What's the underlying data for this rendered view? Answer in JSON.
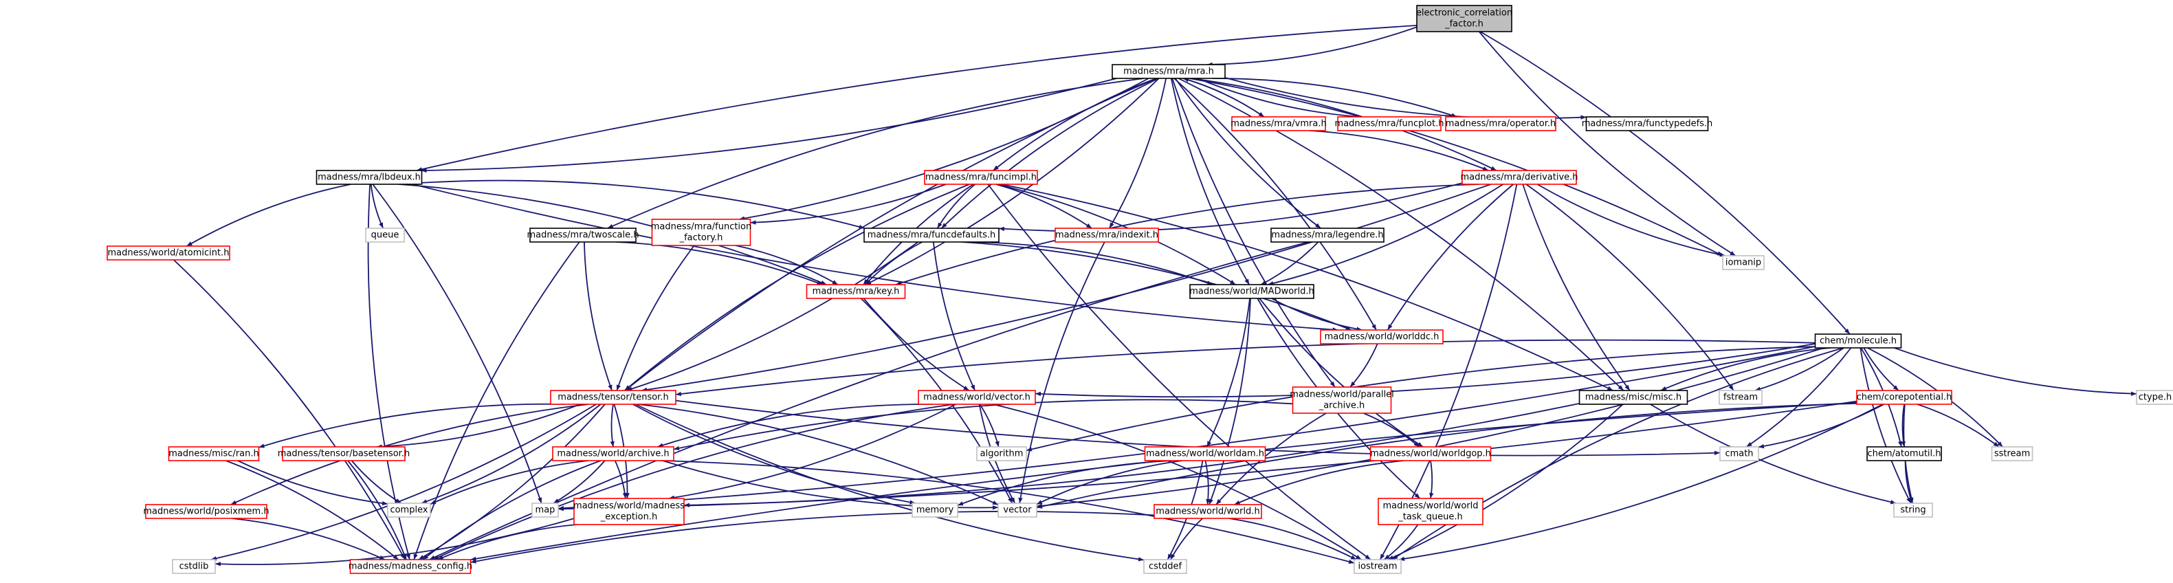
{
  "colors": {
    "edge": "#191970",
    "edge_gray": "#a9a9a9",
    "border_black": "#000000",
    "border_red": "#ff0000",
    "border_gray": "#bfbfbf",
    "root_fill": "#bfbfbf",
    "fill": "#ffffff"
  },
  "nodes": [
    {
      "id": "root",
      "lines": [
        "electronic_correlation",
        "_factor.h"
      ],
      "style": "root"
    },
    {
      "id": "mra",
      "lines": [
        "madness/mra/mra.h"
      ],
      "style": "black"
    },
    {
      "id": "mraimpl",
      "lines": [
        "madness/mra/vmra.h"
      ],
      "style": "red"
    },
    {
      "id": "funcplot",
      "lines": [
        "madness/mra/funcplot.h"
      ],
      "style": "red"
    },
    {
      "id": "operator",
      "lines": [
        "madness/mra/operator.h"
      ],
      "style": "red"
    },
    {
      "id": "functypedefs",
      "lines": [
        "madness/mra/functypedefs.h"
      ],
      "style": "black"
    },
    {
      "id": "lbdeux",
      "lines": [
        "madness/mra/lbdeux.h"
      ],
      "style": "black"
    },
    {
      "id": "funcimpl",
      "lines": [
        "madness/mra/funcimpl.h"
      ],
      "style": "red"
    },
    {
      "id": "derivative",
      "lines": [
        "madness/mra/derivative.h"
      ],
      "style": "red"
    },
    {
      "id": "queue",
      "lines": [
        "queue"
      ],
      "style": "gray"
    },
    {
      "id": "twoscale",
      "lines": [
        "madness/mra/twoscale.h"
      ],
      "style": "black"
    },
    {
      "id": "function_factory",
      "lines": [
        "madness/mra/function",
        "_factory.h"
      ],
      "style": "red"
    },
    {
      "id": "funcdefaults",
      "lines": [
        "madness/mra/funcdefaults.h"
      ],
      "style": "black"
    },
    {
      "id": "indexit",
      "lines": [
        "madness/mra/indexit.h"
      ],
      "style": "red"
    },
    {
      "id": "legendre",
      "lines": [
        "madness/mra/legendre.h"
      ],
      "style": "black"
    },
    {
      "id": "iomanip",
      "lines": [
        "iomanip"
      ],
      "style": "gray"
    },
    {
      "id": "atomicint",
      "lines": [
        "madness/world/atomicint.h"
      ],
      "style": "red"
    },
    {
      "id": "key",
      "lines": [
        "madness/mra/key.h"
      ],
      "style": "red"
    },
    {
      "id": "madworld",
      "lines": [
        "madness/world/MADworld.h"
      ],
      "style": "black"
    },
    {
      "id": "worlddc",
      "lines": [
        "madness/world/worlddc.h"
      ],
      "style": "red"
    },
    {
      "id": "molecule",
      "lines": [
        "chem/molecule.h"
      ],
      "style": "black"
    },
    {
      "id": "tensor",
      "lines": [
        "madness/tensor/tensor.h"
      ],
      "style": "red"
    },
    {
      "id": "vector_h",
      "lines": [
        "madness/world/vector.h"
      ],
      "style": "red"
    },
    {
      "id": "parallel_archive",
      "lines": [
        "madness/world/parallel",
        "_archive.h"
      ],
      "style": "red"
    },
    {
      "id": "misc",
      "lines": [
        "madness/misc/misc.h"
      ],
      "style": "black"
    },
    {
      "id": "fstream",
      "lines": [
        "fstream"
      ],
      "style": "gray"
    },
    {
      "id": "corepotential",
      "lines": [
        "chem/corepotential.h"
      ],
      "style": "red"
    },
    {
      "id": "ctype",
      "lines": [
        "ctype.h"
      ],
      "style": "gray"
    },
    {
      "id": "ran",
      "lines": [
        "madness/misc/ran.h"
      ],
      "style": "red"
    },
    {
      "id": "basetensor",
      "lines": [
        "madness/tensor/basetensor.h"
      ],
      "style": "red"
    },
    {
      "id": "archive",
      "lines": [
        "madness/world/archive.h"
      ],
      "style": "red"
    },
    {
      "id": "algorithm",
      "lines": [
        "algorithm"
      ],
      "style": "gray"
    },
    {
      "id": "worldam",
      "lines": [
        "madness/world/worldam.h"
      ],
      "style": "red"
    },
    {
      "id": "worldgop",
      "lines": [
        "madness/world/worldgop.h"
      ],
      "style": "red"
    },
    {
      "id": "cmath",
      "lines": [
        "cmath"
      ],
      "style": "gray"
    },
    {
      "id": "atomutil",
      "lines": [
        "chem/atomutil.h"
      ],
      "style": "black"
    },
    {
      "id": "sstream",
      "lines": [
        "sstream"
      ],
      "style": "gray"
    },
    {
      "id": "posixmem",
      "lines": [
        "madness/world/posixmem.h"
      ],
      "style": "red"
    },
    {
      "id": "complex",
      "lines": [
        "complex"
      ],
      "style": "gray"
    },
    {
      "id": "map",
      "lines": [
        "map"
      ],
      "style": "gray"
    },
    {
      "id": "madness_exception",
      "lines": [
        "madness/world/madness",
        "_exception.h"
      ],
      "style": "red"
    },
    {
      "id": "memory",
      "lines": [
        "memory"
      ],
      "style": "gray"
    },
    {
      "id": "vector",
      "lines": [
        "vector"
      ],
      "style": "gray"
    },
    {
      "id": "world",
      "lines": [
        "madness/world/world.h"
      ],
      "style": "red"
    },
    {
      "id": "world_task_queue",
      "lines": [
        "madness/world/world",
        "_task_queue.h"
      ],
      "style": "red"
    },
    {
      "id": "string",
      "lines": [
        "string"
      ],
      "style": "gray"
    },
    {
      "id": "cstdlib",
      "lines": [
        "cstdlib"
      ],
      "style": "gray"
    },
    {
      "id": "madness_config",
      "lines": [
        "madness/madness_config.h"
      ],
      "style": "red"
    },
    {
      "id": "cstddef",
      "lines": [
        "cstddef"
      ],
      "style": "gray"
    },
    {
      "id": "iostream",
      "lines": [
        "iostream"
      ],
      "style": "gray"
    }
  ],
  "edges": [
    [
      "root",
      "mra"
    ],
    [
      "root",
      "lbdeux"
    ],
    [
      "root",
      "molecule"
    ],
    [
      "root",
      "iomanip"
    ],
    [
      "mra",
      "mraimpl"
    ],
    [
      "mra",
      "funcplot"
    ],
    [
      "mra",
      "operator"
    ],
    [
      "mra",
      "functypedefs"
    ],
    [
      "mra",
      "lbdeux"
    ],
    [
      "mra",
      "funcimpl"
    ],
    [
      "mra",
      "derivative"
    ],
    [
      "mra",
      "twoscale"
    ],
    [
      "mra",
      "function_factory"
    ],
    [
      "mra",
      "funcdefaults"
    ],
    [
      "mra",
      "indexit"
    ],
    [
      "mra",
      "legendre"
    ],
    [
      "mra",
      "key"
    ],
    [
      "mra",
      "madworld"
    ],
    [
      "mra",
      "worlddc"
    ],
    [
      "mra",
      "tensor"
    ],
    [
      "mra",
      "misc"
    ],
    [
      "mra",
      "parallel_archive"
    ],
    [
      "mra",
      "iomanip"
    ],
    [
      "mraimpl",
      "mra"
    ],
    [
      "mraimpl",
      "derivative"
    ],
    [
      "lbdeux",
      "queue"
    ],
    [
      "lbdeux",
      "funcdefaults"
    ],
    [
      "lbdeux",
      "atomicint"
    ],
    [
      "lbdeux",
      "key"
    ],
    [
      "lbdeux",
      "worlddc"
    ],
    [
      "lbdeux",
      "map"
    ],
    [
      "lbdeux",
      "madness_config"
    ],
    [
      "funcimpl",
      "function_factory"
    ],
    [
      "funcimpl",
      "funcdefaults"
    ],
    [
      "funcimpl",
      "indexit"
    ],
    [
      "funcimpl",
      "key"
    ],
    [
      "funcimpl",
      "madworld"
    ],
    [
      "funcimpl",
      "tensor"
    ],
    [
      "funcimpl",
      "misc"
    ],
    [
      "funcimpl",
      "iostream"
    ],
    [
      "derivative",
      "funcdefaults"
    ],
    [
      "derivative",
      "key"
    ],
    [
      "derivative",
      "madworld"
    ],
    [
      "derivative",
      "worlddc"
    ],
    [
      "derivative",
      "tensor"
    ],
    [
      "derivative",
      "misc"
    ],
    [
      "derivative",
      "fstream"
    ],
    [
      "derivative",
      "iomanip"
    ],
    [
      "derivative",
      "iostream"
    ],
    [
      "twoscale",
      "tensor"
    ],
    [
      "twoscale",
      "key"
    ],
    [
      "twoscale",
      "madness_config"
    ],
    [
      "function_factory",
      "key"
    ],
    [
      "function_factory",
      "tensor"
    ],
    [
      "funcdefaults",
      "madworld"
    ],
    [
      "funcdefaults",
      "key"
    ],
    [
      "funcdefaults",
      "tensor"
    ],
    [
      "funcdefaults",
      "vector_h"
    ],
    [
      "funcdefaults",
      "worlddc"
    ],
    [
      "indexit",
      "vector"
    ],
    [
      "legendre",
      "madworld"
    ],
    [
      "legendre",
      "madness_config"
    ],
    [
      "atomicint",
      "madness_config"
    ],
    [
      "key",
      "vector_h"
    ],
    [
      "key",
      "vector"
    ],
    [
      "madworld",
      "worlddc"
    ],
    [
      "madworld",
      "worldam"
    ],
    [
      "madworld",
      "worldgop"
    ],
    [
      "madworld",
      "world"
    ],
    [
      "madworld",
      "world_task_queue"
    ],
    [
      "worlddc",
      "parallel_archive"
    ],
    [
      "molecule",
      "tensor"
    ],
    [
      "molecule",
      "vector_h"
    ],
    [
      "molecule",
      "misc"
    ],
    [
      "molecule",
      "fstream"
    ],
    [
      "molecule",
      "corepotential"
    ],
    [
      "molecule",
      "atomutil"
    ],
    [
      "molecule",
      "ctype"
    ],
    [
      "molecule",
      "sstream"
    ],
    [
      "molecule",
      "string"
    ],
    [
      "molecule",
      "cmath"
    ],
    [
      "molecule",
      "iostream"
    ],
    [
      "molecule",
      "vector"
    ],
    [
      "molecule",
      "algorithm"
    ],
    [
      "molecule",
      "map"
    ],
    [
      "tensor",
      "ran"
    ],
    [
      "tensor",
      "basetensor"
    ],
    [
      "tensor",
      "archive"
    ],
    [
      "tensor",
      "complex"
    ],
    [
      "tensor",
      "memory"
    ],
    [
      "tensor",
      "vector"
    ],
    [
      "tensor",
      "posixmem"
    ],
    [
      "tensor",
      "madness_config"
    ],
    [
      "tensor",
      "cmath"
    ],
    [
      "tensor",
      "cstdlib"
    ],
    [
      "tensor",
      "cstddef"
    ],
    [
      "tensor",
      "madness_exception"
    ],
    [
      "vector_h",
      "archive"
    ],
    [
      "vector_h",
      "algorithm"
    ],
    [
      "vector_h",
      "vector"
    ],
    [
      "vector_h",
      "madness_exception"
    ],
    [
      "vector_h",
      "madness_config"
    ],
    [
      "vector_h",
      "iostream"
    ],
    [
      "parallel_archive",
      "archive"
    ],
    [
      "parallel_archive",
      "worldgop"
    ],
    [
      "parallel_archive",
      "world"
    ],
    [
      "misc",
      "madness_exception"
    ],
    [
      "misc",
      "string"
    ],
    [
      "misc",
      "iostream"
    ],
    [
      "corepotential",
      "atomutil"
    ],
    [
      "corepotential",
      "sstream"
    ],
    [
      "corepotential",
      "string"
    ],
    [
      "corepotential",
      "cmath"
    ],
    [
      "corepotential",
      "vector"
    ],
    [
      "corepotential",
      "iostream"
    ],
    [
      "corepotential",
      "madness_config"
    ],
    [
      "corepotential",
      "map"
    ],
    [
      "ran",
      "complex"
    ],
    [
      "ran",
      "madness_config"
    ],
    [
      "basetensor",
      "complex"
    ],
    [
      "basetensor",
      "madness_config"
    ],
    [
      "archive",
      "complex"
    ],
    [
      "archive",
      "map"
    ],
    [
      "archive",
      "vector"
    ],
    [
      "archive",
      "madness_exception"
    ],
    [
      "archive",
      "madness_config"
    ],
    [
      "archive",
      "iostream"
    ],
    [
      "worldam",
      "vector"
    ],
    [
      "worldam",
      "world"
    ],
    [
      "worldam",
      "memory"
    ],
    [
      "worldam",
      "cstddef"
    ],
    [
      "worldgop",
      "world"
    ],
    [
      "worldgop",
      "world_task_queue"
    ],
    [
      "atomutil",
      "string"
    ],
    [
      "posixmem",
      "madness_config"
    ],
    [
      "madness_exception",
      "madness_config"
    ],
    [
      "madness_exception",
      "cstdlib"
    ],
    [
      "world",
      "madness_config"
    ],
    [
      "world",
      "iostream"
    ],
    [
      "world",
      "cstddef"
    ],
    [
      "world_task_queue",
      "iostream"
    ]
  ]
}
